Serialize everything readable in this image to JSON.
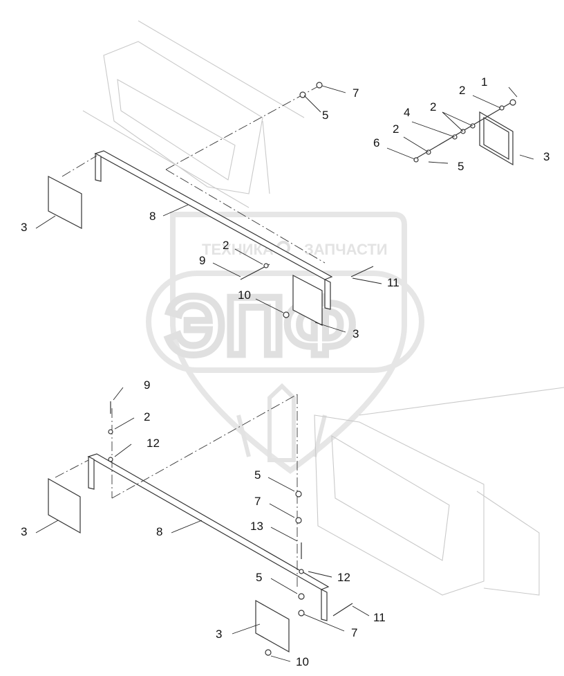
{
  "watermark": {
    "brand_left": "ТЕХНИКА",
    "brand_right": "ЗАПЧАСТИ",
    "logo_letters": "ЭПФ"
  },
  "callouts": {
    "c1": "1",
    "c2a": "2",
    "c2b": "2",
    "c2c": "2",
    "c3a": "3",
    "c4": "4",
    "c5a": "5",
    "c6": "6",
    "c7a": "7",
    "c5b": "5",
    "c3b": "3",
    "c8a": "8",
    "c2d": "2",
    "c9a": "9",
    "c10a": "10",
    "c11a": "11",
    "c3c": "3",
    "c9b": "9",
    "c2e": "2",
    "c12a": "12",
    "c5c": "5",
    "c3d": "3",
    "c7b": "7",
    "c8b": "8",
    "c13": "13",
    "c12b": "12",
    "c5d": "5",
    "c11b": "11",
    "c3e": "3",
    "c7c": "7",
    "c10b": "10"
  }
}
